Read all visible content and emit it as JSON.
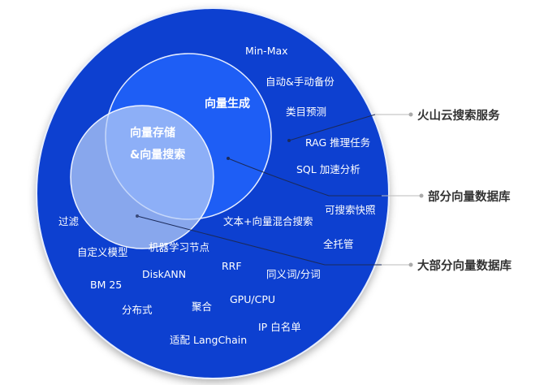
{
  "colors": {
    "outer": "#0a3fd0",
    "middle": "#1e5ef5",
    "inner": "#a9c2f5",
    "leader": "#1b2a5a",
    "legend_line": "#bbbbbb"
  },
  "inner_circles": {
    "generation": "向量生成",
    "storage_line1": "向量存储",
    "storage_line2": "&向量搜索"
  },
  "features": [
    "Min-Max",
    "自动&手动备份",
    "类目预测",
    "RAG 推理任务",
    "SQL 加速分析",
    "可搜索快照",
    "文本+向量混合搜索",
    "全托管",
    "同义词/分词",
    "RRF",
    "GPU/CPU",
    "IP 白名单",
    "适配 LangChain",
    "聚合",
    "分布式",
    "BM 25",
    "DiskANN",
    "自定义模型",
    "机器学习节点",
    "过滤"
  ],
  "legend": {
    "outer": "火山云搜索服务",
    "middle": "部分向量数据库",
    "inner": "大部分向量数据库"
  }
}
